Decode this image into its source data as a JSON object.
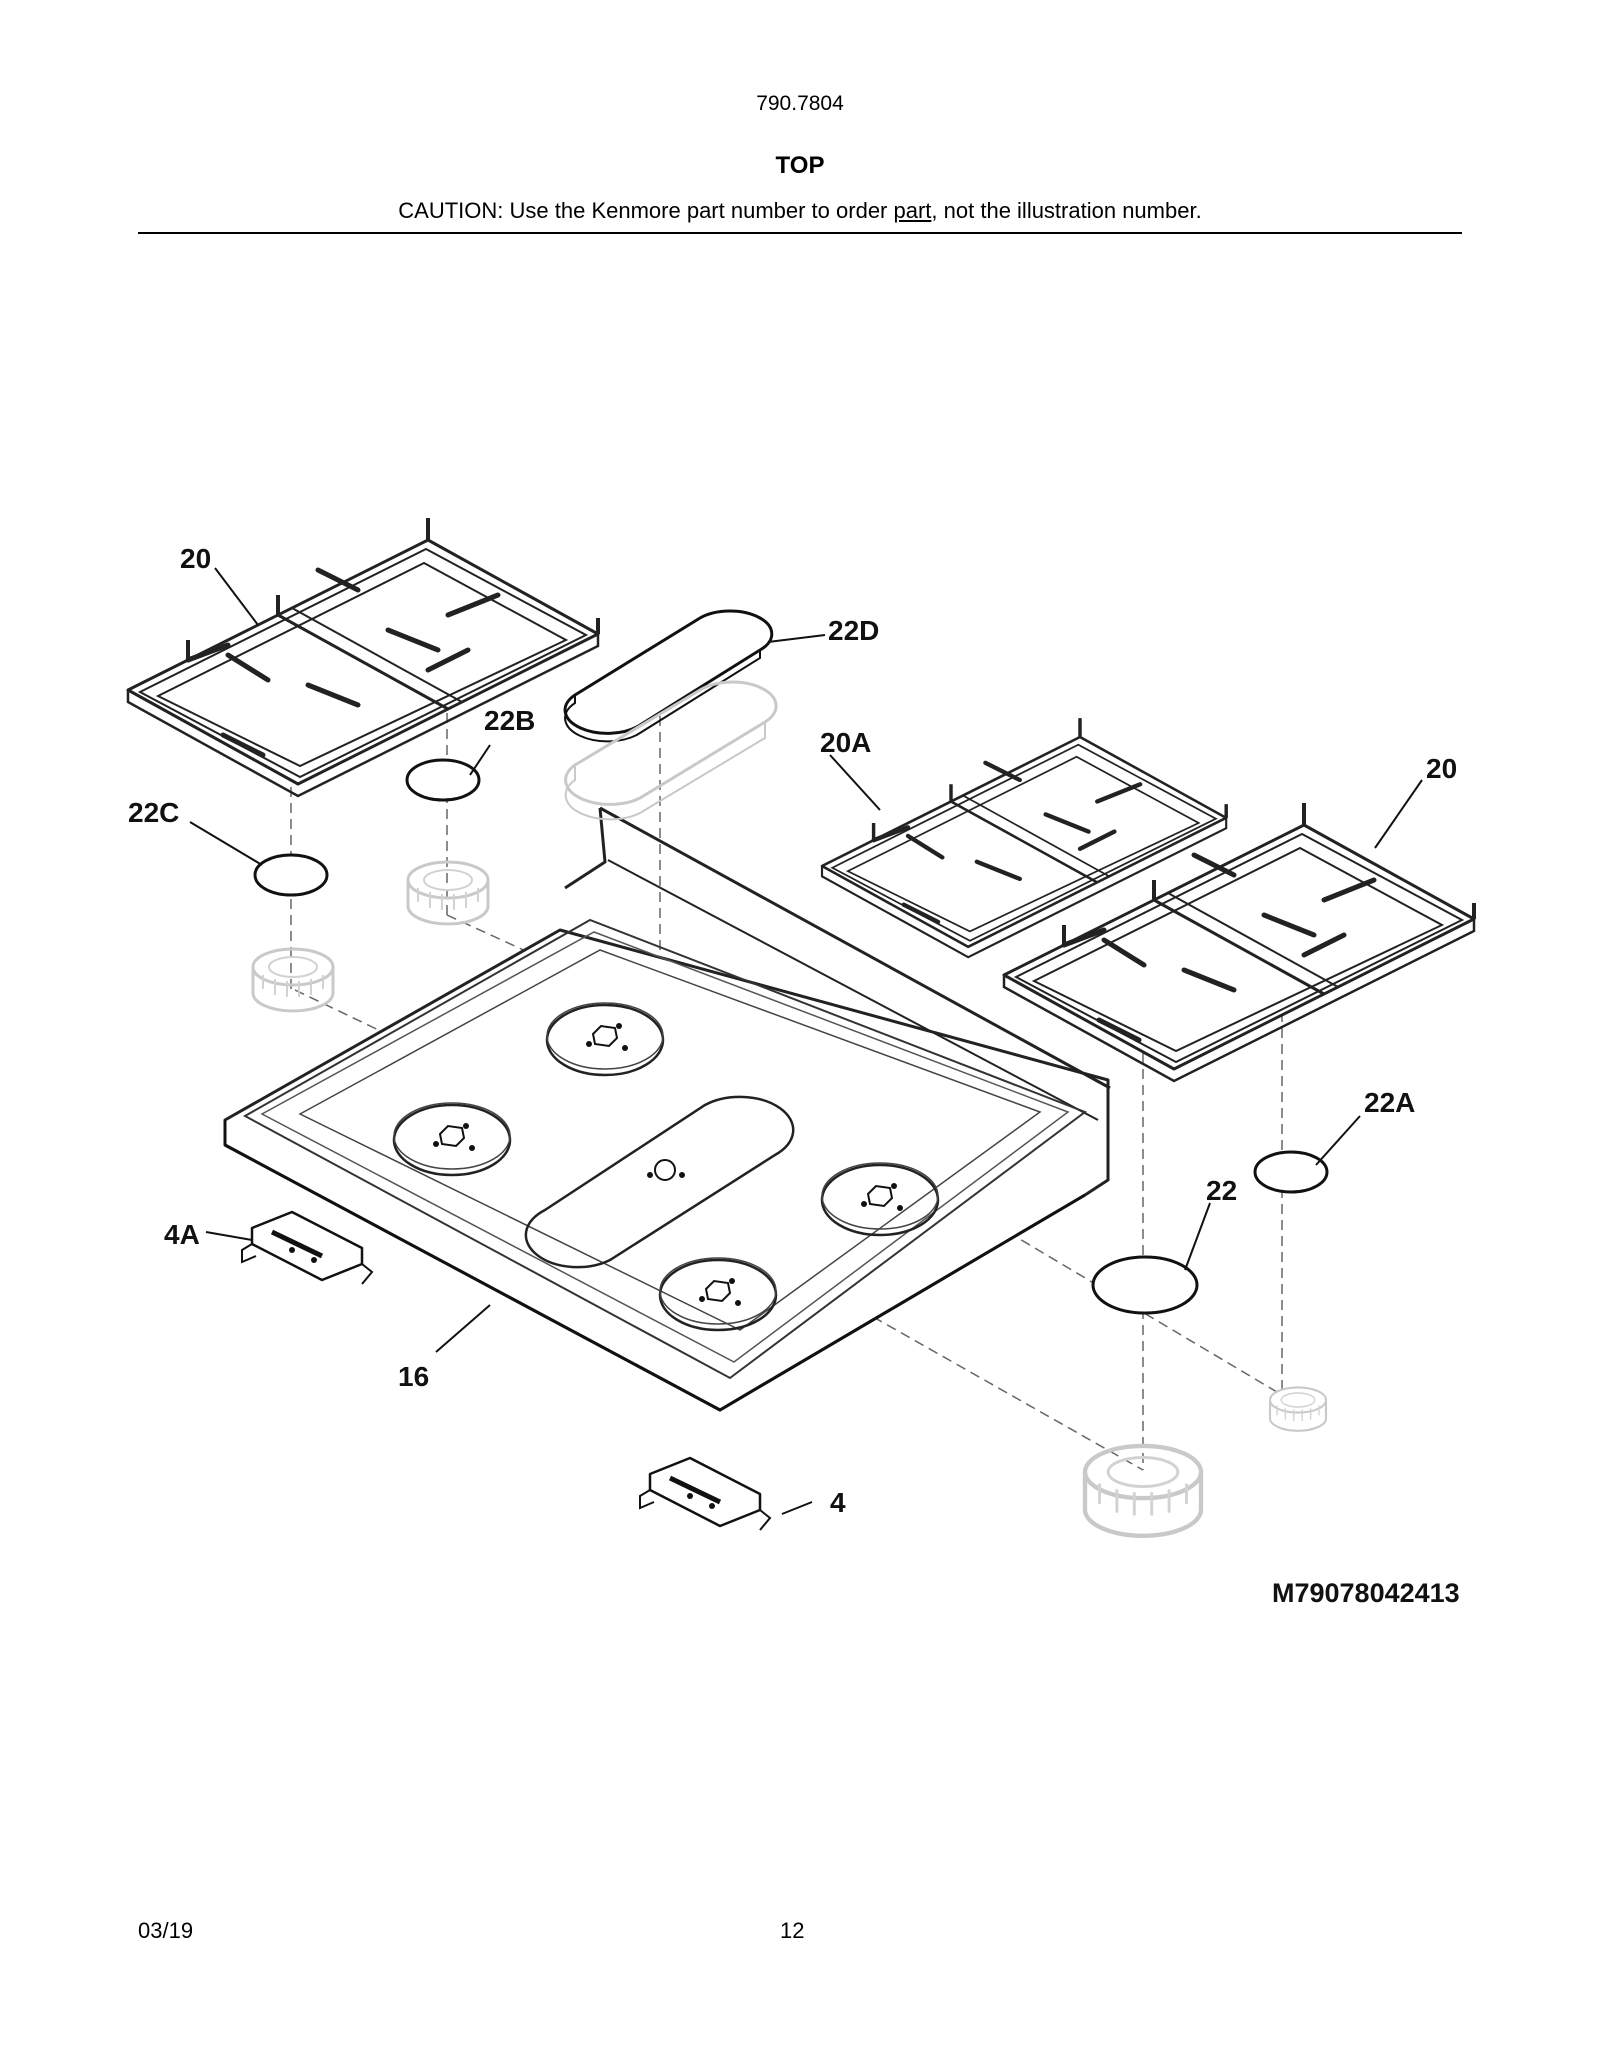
{
  "header": {
    "model_number": "790.7804",
    "title": "TOP",
    "caution_prefix": "CAUTION: Use the Kenmore part number to order ",
    "caution_link": "part",
    "caution_suffix": ", not the illustration number."
  },
  "callouts": {
    "grate_left": "20",
    "grate_right": "20",
    "grate_center": "20A",
    "cap_22": "22",
    "cap_22a": "22A",
    "cap_22b": "22B",
    "cap_22c": "22C",
    "cap_22d": "22D",
    "bracket_4": "4",
    "bracket_4a": "4A",
    "cooktop_16": "16"
  },
  "diagram_code": "M79078042413",
  "footer": {
    "date": "03/19",
    "page_number": "12"
  }
}
